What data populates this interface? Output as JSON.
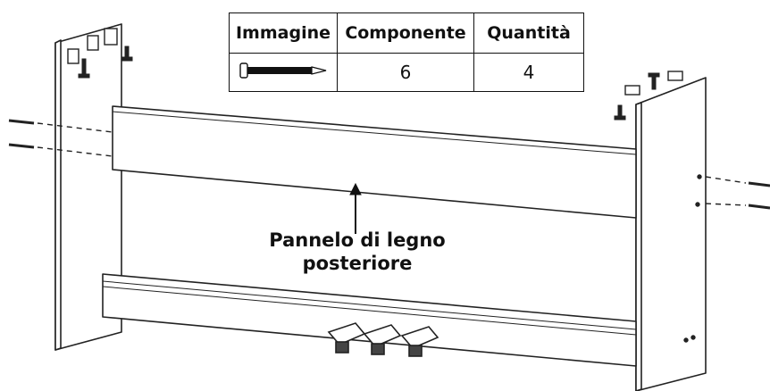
{
  "parts_table": {
    "headers": [
      "Immagine",
      "Componente",
      "Quantità"
    ],
    "rows": [
      {
        "image": "screw-icon",
        "component": "6",
        "quantity": "4"
      }
    ]
  },
  "callout": {
    "line1": "Pannelo di legno",
    "line2": "posteriore"
  }
}
